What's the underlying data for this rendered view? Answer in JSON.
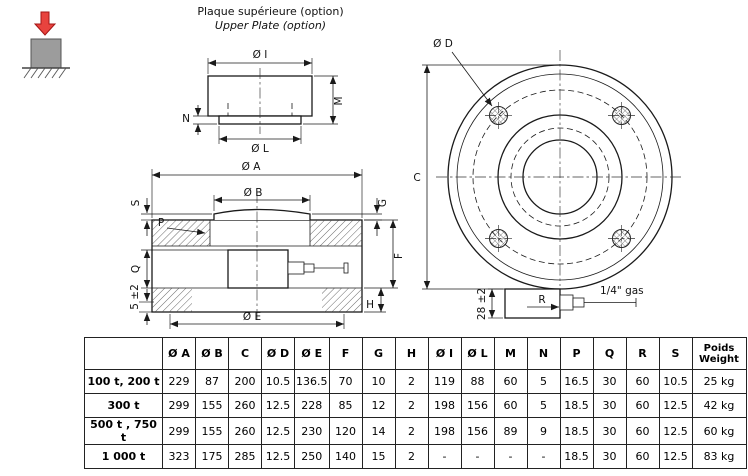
{
  "titles": {
    "plate_fr": "Plaque supérieure (option)",
    "plate_en": "Upper Plate (option)"
  },
  "colors": {
    "arrow_red": "#e8433e",
    "arrow_red_dark": "#a31515",
    "steel_gray": "#9c9c9c"
  },
  "labels": {
    "dia_i": "Ø I",
    "m": "M",
    "n": "N",
    "dia_l": "Ø L",
    "dia_a": "Ø A",
    "dia_b": "Ø B",
    "s": "S",
    "p": "P",
    "q": "Q",
    "tol5": "5 ±2",
    "g": "G",
    "f": "F",
    "h": "H",
    "dia_e": "Ø E",
    "dia_d": "Ø D",
    "c": "C",
    "tol28": "28 ±2",
    "r": "R",
    "gas": "1/4\" gas"
  },
  "table": {
    "headers": [
      "Ø A",
      "Ø B",
      "C",
      "Ø D",
      "Ø E",
      "F",
      "G",
      "H",
      "Ø I",
      "Ø L",
      "M",
      "N",
      "P",
      "Q",
      "R",
      "S"
    ],
    "weight_fr": "Poids",
    "weight_en": "Weight",
    "rows": [
      {
        "label": "100 t, 200 t",
        "values": [
          "229",
          "87",
          "200",
          "10.5",
          "136.5",
          "70",
          "10",
          "2",
          "119",
          "88",
          "60",
          "5",
          "16.5",
          "30",
          "60",
          "10.5"
        ],
        "weight": "25 kg"
      },
      {
        "label": "300 t",
        "values": [
          "299",
          "155",
          "260",
          "12.5",
          "228",
          "85",
          "12",
          "2",
          "198",
          "156",
          "60",
          "5",
          "18.5",
          "30",
          "60",
          "12.5"
        ],
        "weight": "42 kg"
      },
      {
        "label": "500 t , 750 t",
        "values": [
          "299",
          "155",
          "260",
          "12.5",
          "230",
          "120",
          "14",
          "2",
          "198",
          "156",
          "89",
          "9",
          "18.5",
          "30",
          "60",
          "12.5"
        ],
        "weight": "60 kg"
      },
      {
        "label": "1 000 t",
        "values": [
          "323",
          "175",
          "285",
          "12.5",
          "250",
          "140",
          "15",
          "2",
          "-",
          "-",
          "-",
          "-",
          "18.5",
          "30",
          "60",
          "12.5"
        ],
        "weight": "83 kg"
      }
    ]
  }
}
